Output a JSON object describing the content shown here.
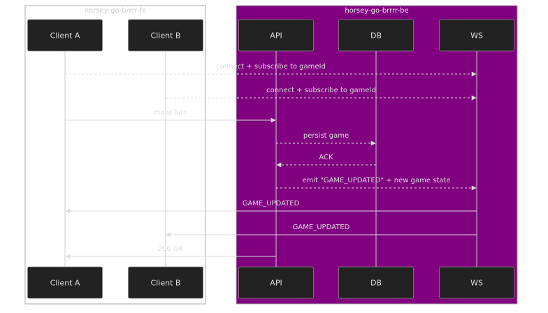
{
  "colors": {
    "background": "#ffffff",
    "backend_group_fill": "#800080",
    "frontend_group_stroke": "#aaaaaa",
    "actor_box": "#222222",
    "actor_text": "#dddddd",
    "lifeline": "#cccccc",
    "message": "#dddddd",
    "frontend_group_label": "#cccccc",
    "backend_group_label": "#eeeeee"
  },
  "groups": [
    {
      "id": "fe",
      "label": "horsey-go-brrrr-fe"
    },
    {
      "id": "be",
      "label": "horsey-go-brrrr-be"
    }
  ],
  "participants": [
    {
      "id": "clientA",
      "label": "Client A",
      "group": "fe"
    },
    {
      "id": "clientB",
      "label": "Client B",
      "group": "fe"
    },
    {
      "id": "api",
      "label": "API",
      "group": "be"
    },
    {
      "id": "db",
      "label": "DB",
      "group": "be"
    },
    {
      "id": "ws",
      "label": "WS",
      "group": "be"
    }
  ],
  "messages": [
    {
      "from": "clientA",
      "to": "ws",
      "label": "connect + subscribe to gameId",
      "style": "dotted"
    },
    {
      "from": "clientB",
      "to": "ws",
      "label": "connect + subscribe to gameId",
      "style": "dotted"
    },
    {
      "from": "clientA",
      "to": "api",
      "label": "makeTurn",
      "style": "solid"
    },
    {
      "from": "api",
      "to": "db",
      "label": "persist game",
      "style": "dotted"
    },
    {
      "from": "db",
      "to": "api",
      "label": "ACK",
      "style": "dotted"
    },
    {
      "from": "api",
      "to": "ws",
      "label": "emit \"GAME_UPDATED\" + new game state",
      "style": "dotted"
    },
    {
      "from": "ws",
      "to": "clientA",
      "label": "GAME_UPDATED",
      "style": "solid"
    },
    {
      "from": "ws",
      "to": "clientB",
      "label": "GAME_UPDATED",
      "style": "solid"
    },
    {
      "from": "api",
      "to": "clientA",
      "label": "200 OK",
      "style": "solid"
    }
  ]
}
